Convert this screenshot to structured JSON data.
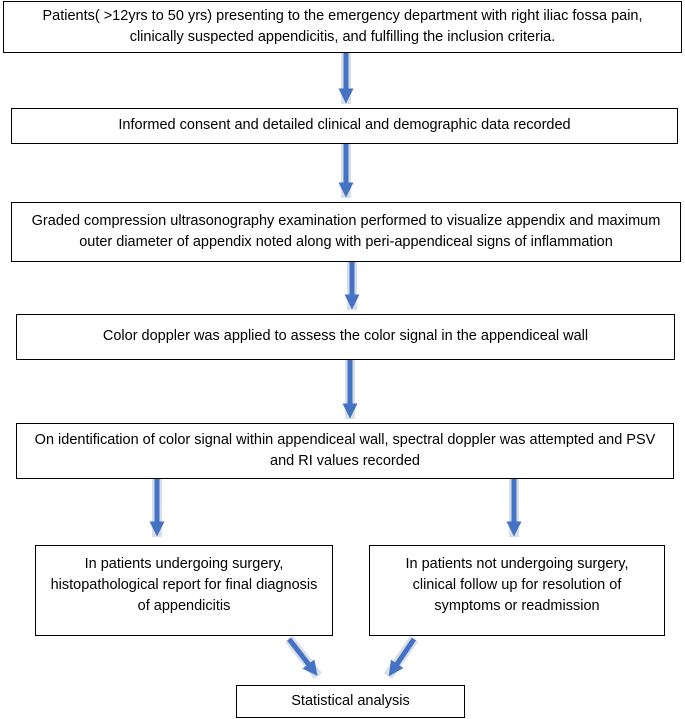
{
  "flowchart": {
    "steps": [
      {
        "lines": [
          "Patients( >12yrs to 50 yrs) presenting to the emergency department with right iliac fossa pain,",
          "clinically suspected appendicitis, and fulfilling the inclusion criteria."
        ]
      },
      {
        "lines": [
          "Informed consent and detailed clinical and demographic data recorded"
        ]
      },
      {
        "lines": [
          "Graded compression ultrasonography examination performed to visualize appendix and maximum",
          "outer diameter of appendix noted along with peri-appendiceal signs of inflammation"
        ]
      },
      {
        "lines": [
          "Color doppler was applied to assess the color signal in the appendiceal wall"
        ]
      },
      {
        "lines": [
          "On identification of color signal within appendiceal wall, spectral doppler was attempted and PSV",
          "and RI values recorded"
        ]
      }
    ],
    "branches": [
      {
        "lines": [
          "In patients undergoing surgery,",
          "histopathological report for final diagnosis",
          "of appendicitis"
        ]
      },
      {
        "lines": [
          "In patients not undergoing surgery,",
          "clinical follow up for resolution of",
          "symptoms or readmission"
        ]
      }
    ],
    "final": {
      "lines": [
        "Statistical analysis"
      ]
    }
  },
  "colors": {
    "arrow": "#4472C4",
    "arrow_glow": "#d9dfe9",
    "box_border": "#000000"
  }
}
